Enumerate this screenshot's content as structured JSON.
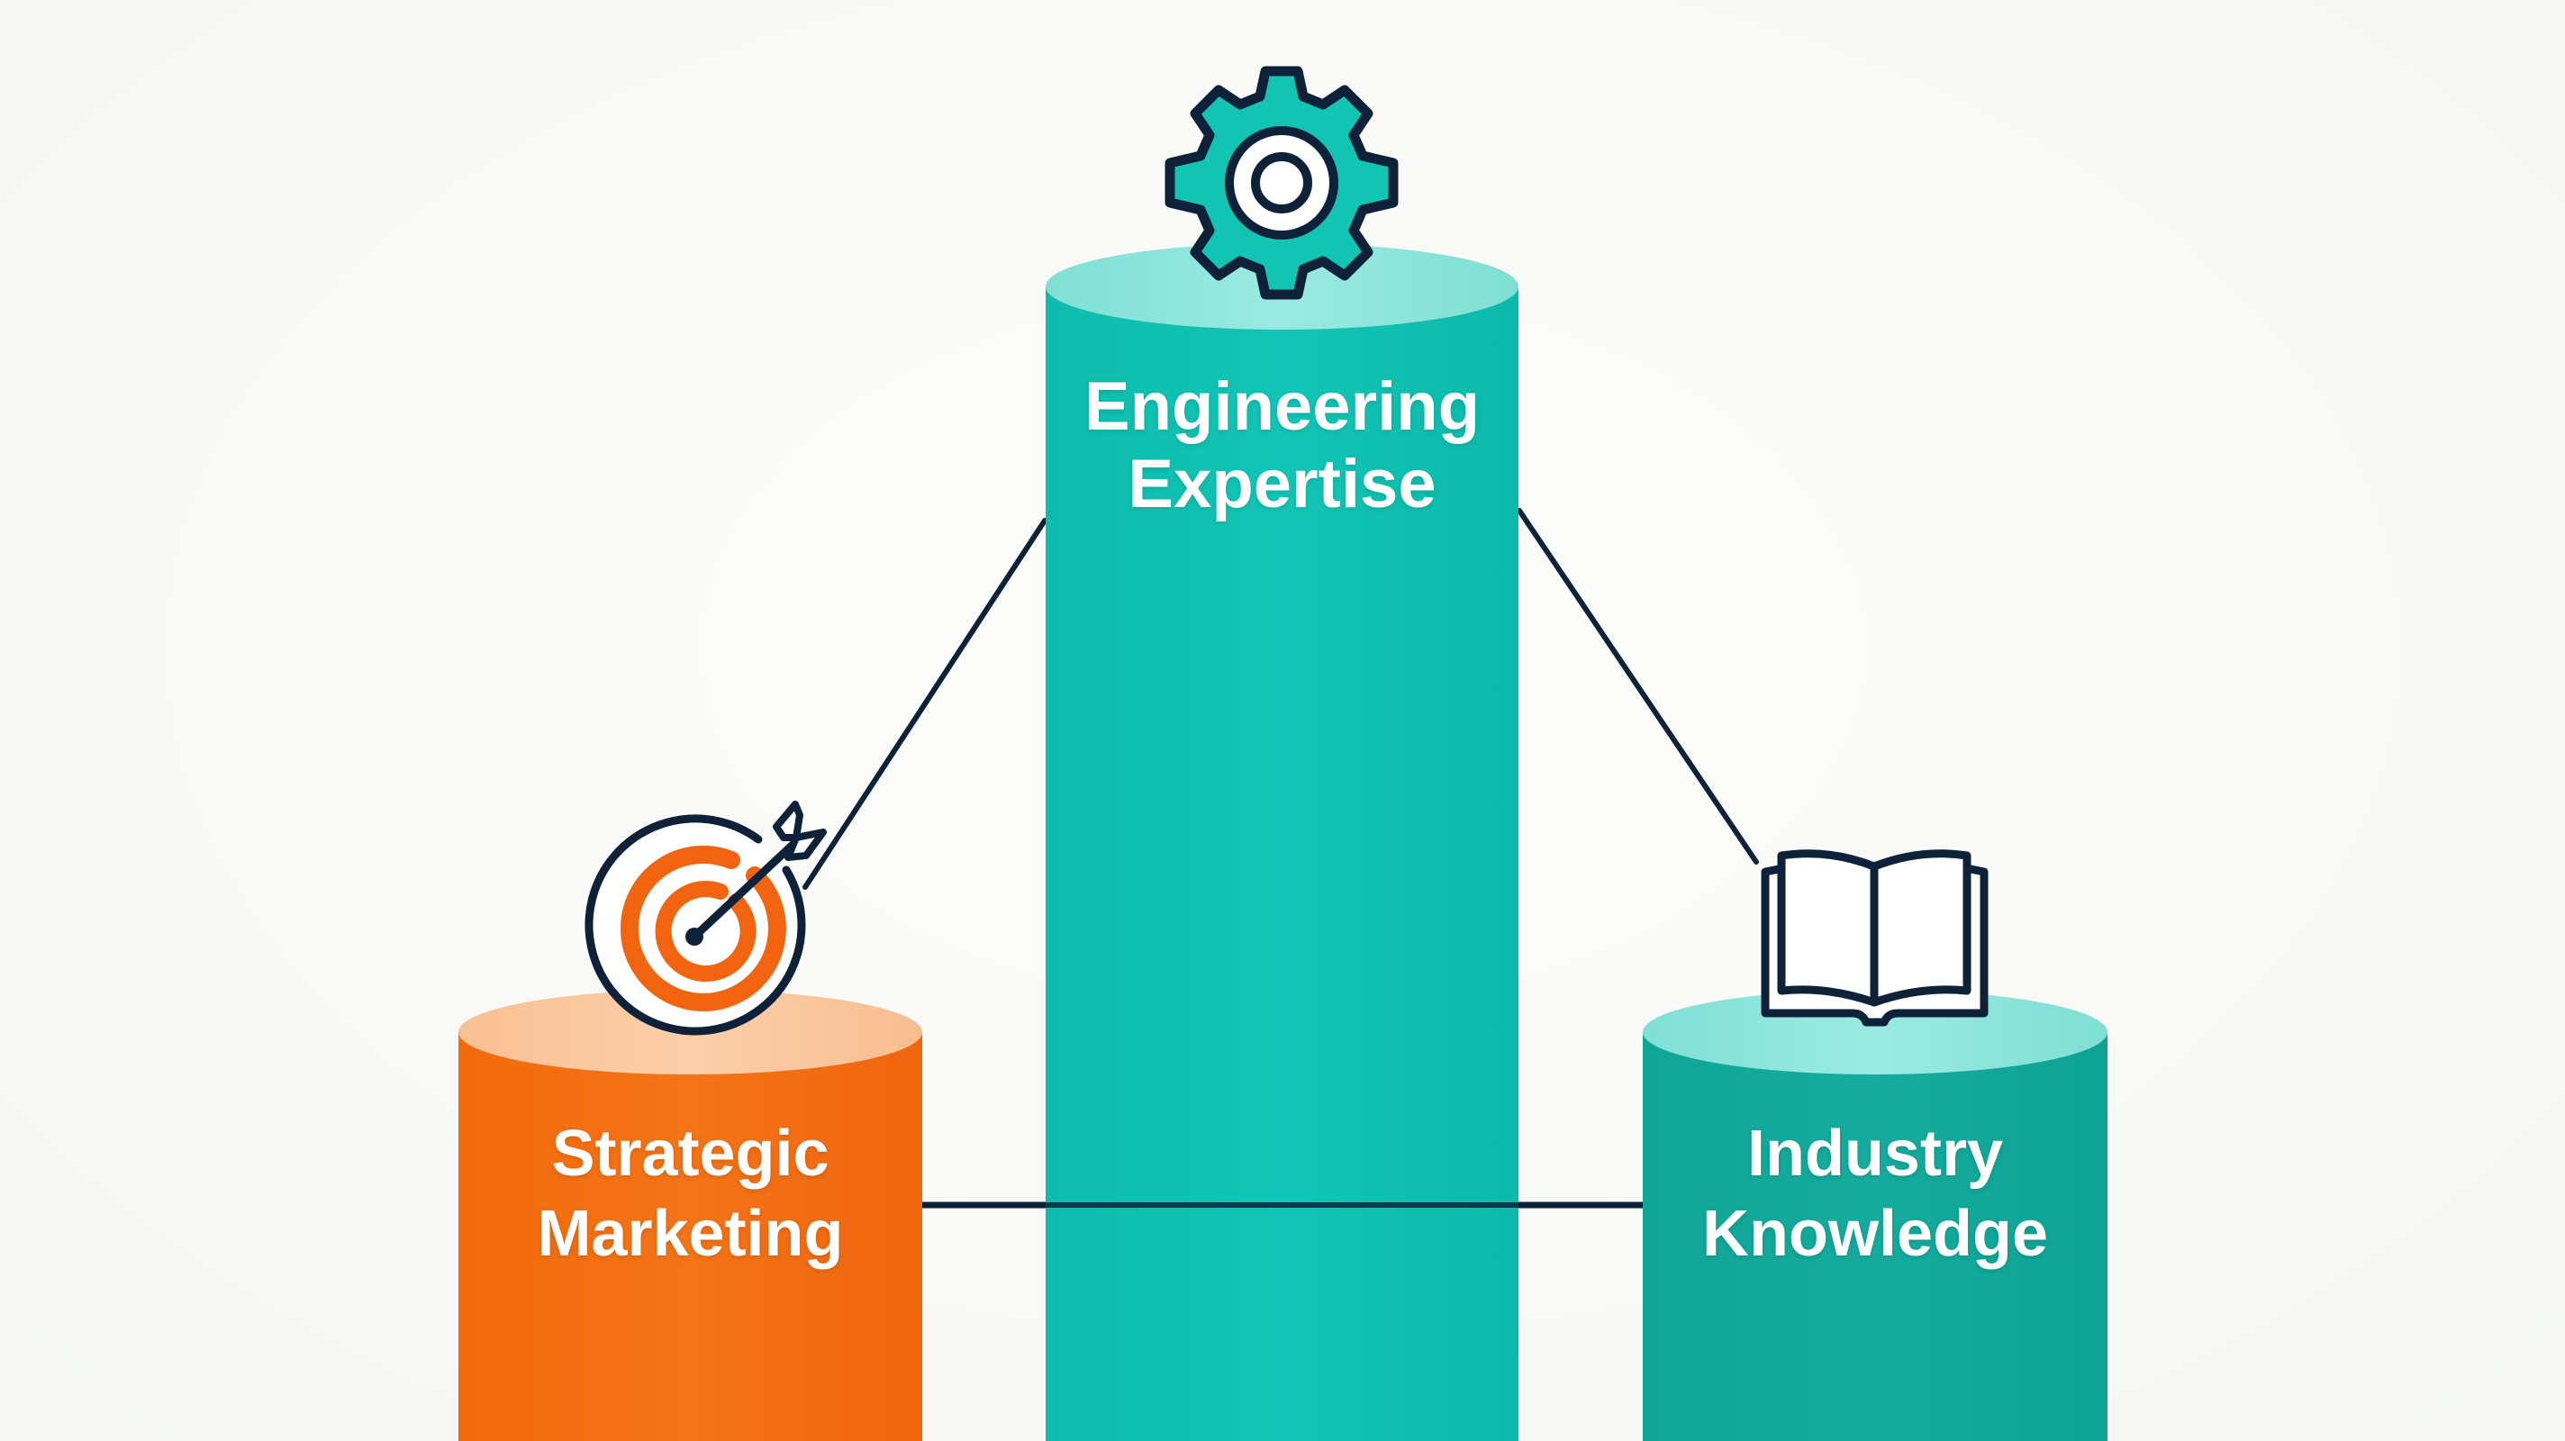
{
  "diagram": {
    "type": "three-pillar skills diagram",
    "colors": {
      "background": "#fafbf8",
      "orange_body": "#f26b10",
      "orange_cap": "#fbc9a0",
      "center_body": "#0fc0b0",
      "center_cap": "#8fe6dc",
      "right_body": "#12a899",
      "right_cap": "#8fe6dc",
      "outline": "#0d2238",
      "target_ring": "#f26410"
    },
    "pillars": [
      {
        "id": "marketing",
        "label_line1": "Strategic",
        "label_line2": "Marketing",
        "icon": "target-icon",
        "relative_height": "short"
      },
      {
        "id": "engineering",
        "label_line1": "Engineering",
        "label_line2": "Expertise",
        "icon": "gear-icon",
        "relative_height": "tall"
      },
      {
        "id": "industry",
        "label_line1": "Industry",
        "label_line2": "Knowledge",
        "icon": "book-icon",
        "relative_height": "short"
      }
    ],
    "connectors": [
      {
        "from": "engineering",
        "to": "marketing",
        "style": "diagonal line"
      },
      {
        "from": "engineering",
        "to": "industry",
        "style": "diagonal line"
      },
      {
        "from": "marketing",
        "to": "industry",
        "style": "horizontal line"
      }
    ]
  }
}
